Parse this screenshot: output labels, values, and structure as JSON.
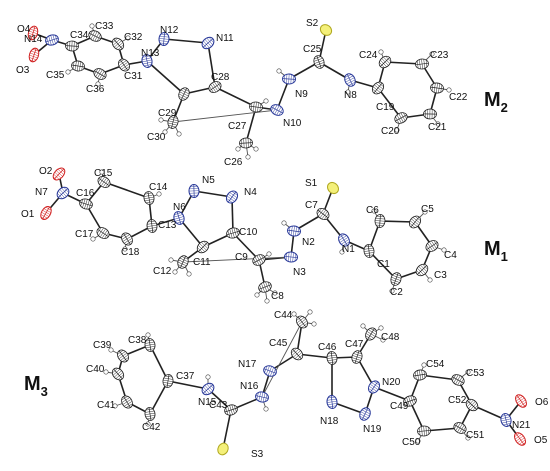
{
  "molecules": [
    {
      "id": "m2",
      "label_main": "M",
      "label_sub": "2"
    },
    {
      "id": "m1",
      "label_main": "M",
      "label_sub": "1"
    },
    {
      "id": "m3",
      "label_main": "M",
      "label_sub": "3"
    }
  ],
  "atoms": {
    "M2": [
      "O4",
      "N14",
      "O3",
      "C34",
      "C33",
      "C35",
      "C36",
      "C31",
      "C32",
      "N13",
      "N12",
      "N11",
      "C29",
      "C28",
      "C30",
      "C27",
      "C26",
      "N10",
      "N9",
      "C25",
      "S2",
      "N8",
      "C19",
      "C24",
      "C23",
      "C22",
      "C21",
      "C20"
    ],
    "M1": [
      "O2",
      "N7",
      "O1",
      "C16",
      "C15",
      "C17",
      "C18",
      "C13",
      "C14",
      "N6",
      "N5",
      "N4",
      "C11",
      "C10",
      "C12",
      "C9",
      "C8",
      "N3",
      "N2",
      "C7",
      "S1",
      "N1",
      "C1",
      "C6",
      "C5",
      "C4",
      "C3",
      "C2"
    ],
    "M3": [
      "C38",
      "C39",
      "C40",
      "C37",
      "C41",
      "C42",
      "N15",
      "C43",
      "S3",
      "N16",
      "N17",
      "C45",
      "C44",
      "C46",
      "C47",
      "C48",
      "N18",
      "N19",
      "N20",
      "C49",
      "C54",
      "C53",
      "C52",
      "C50",
      "C51",
      "N21",
      "O6",
      "O5"
    ]
  }
}
